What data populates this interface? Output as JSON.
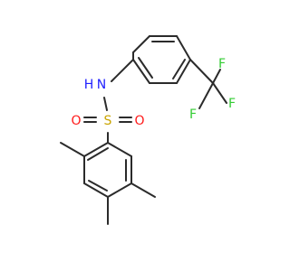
{
  "structure": {
    "atoms": {
      "n": "N",
      "h": "H",
      "s": "S",
      "o1": "O",
      "o2": "O",
      "f1": "F",
      "f2": "F",
      "f3": "F"
    },
    "colors": {
      "bond": "#2b2b2b",
      "nitrogen": "#1f1fff",
      "sulfur": "#c9a400",
      "oxygen": "#ff1a1a",
      "fluorine": "#33cc33"
    }
  }
}
